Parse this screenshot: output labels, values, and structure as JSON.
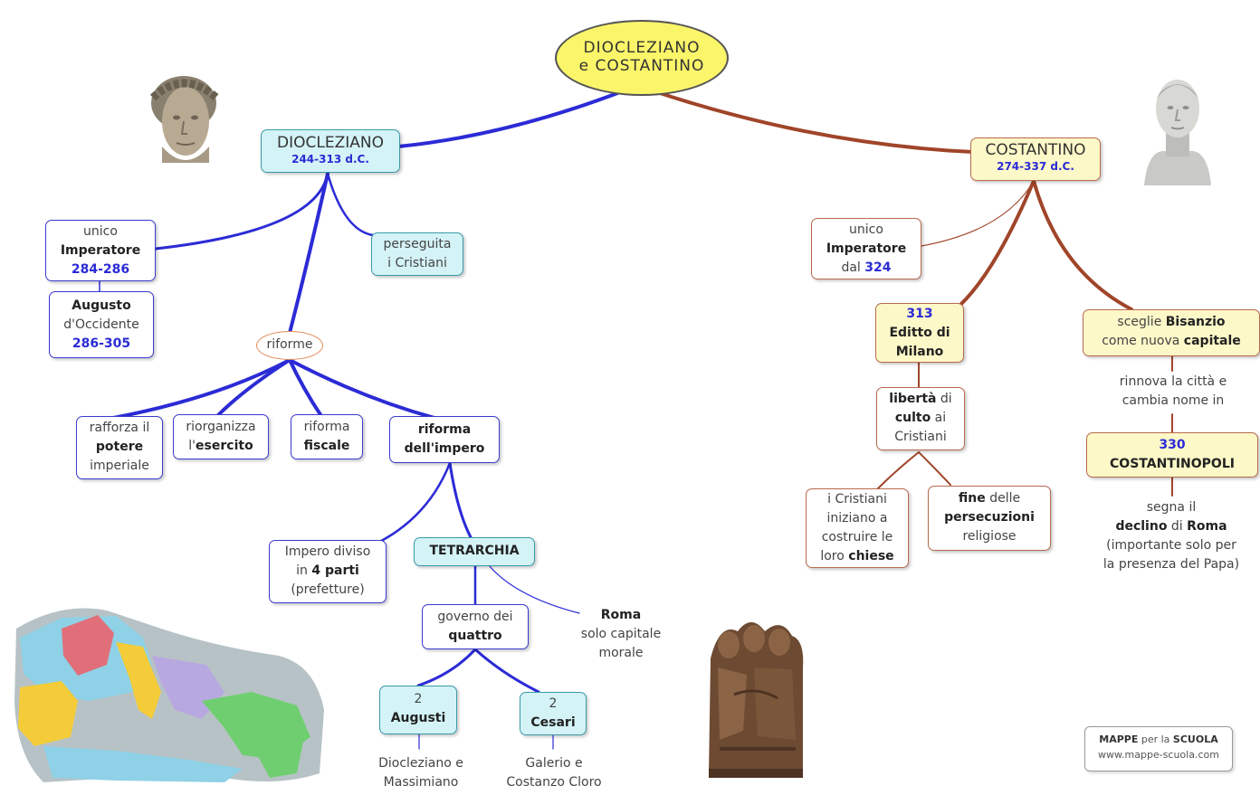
{
  "title": {
    "line1": "DIOCLEZIANO",
    "line2": "e  COSTANTINO"
  },
  "diocleziano": {
    "name": "DIOCLEZIANO",
    "dates": "244-313 d.C.",
    "unico": {
      "l1": "unico",
      "l2": "Imperatore",
      "l3": "284-286"
    },
    "augusto": {
      "l1": "Augusto",
      "l2": "d'Occidente",
      "l3": "286-305"
    },
    "perseguita": {
      "l1": "perseguita",
      "l2": "i Cristiani"
    },
    "riforme": "riforme",
    "rafforza": {
      "l1": "rafforza il",
      "l2": "potere",
      "l3": "imperiale"
    },
    "riorganizza": {
      "l1": "riorganizza",
      "l2a": "l'",
      "l2b": "esercito"
    },
    "fiscale": {
      "l1": "riforma",
      "l2": "fiscale"
    },
    "impero": {
      "l1": "riforma",
      "l2": "dell'impero"
    },
    "diviso": {
      "l1": "Impero diviso",
      "l2a": "in ",
      "l2b": "4 parti",
      "l3": "(prefetture)"
    },
    "tetrarchia": "TETRARCHIA",
    "governo": {
      "l1": "governo dei",
      "l2": "quattro"
    },
    "roma": {
      "l1": "Roma",
      "l2": "solo capitale",
      "l3": "morale"
    },
    "augusti": {
      "l1": "2",
      "l2": "Augusti"
    },
    "cesari": {
      "l1": "2",
      "l2": "Cesari"
    },
    "augusti_names": {
      "l1": "Diocleziano e",
      "l2": "Massimiano"
    },
    "cesari_names": {
      "l1": "Galerio e",
      "l2": "Costanzo Cloro"
    }
  },
  "costantino": {
    "name": "COSTANTINO",
    "dates": "274-337 d.C.",
    "unico": {
      "l1": "unico",
      "l2": "Imperatore",
      "l3a": "dal ",
      "l3b": "324"
    },
    "editto": {
      "l1": "313",
      "l2": "Editto di",
      "l3": "Milano"
    },
    "liberta": {
      "l1a": "libertà",
      "l1b": " di",
      "l2a": "culto",
      "l2b": " ai",
      "l3": "Cristiani"
    },
    "chiese": {
      "l1": "i Cristiani",
      "l2": "iniziano a",
      "l3": "costruire le",
      "l4a": "loro ",
      "l4b": "chiese"
    },
    "fine": {
      "l1a": "fine",
      "l1b": " delle",
      "l2": "persecuzioni",
      "l3": "religiose"
    },
    "bisanzio": {
      "l1a": "sceglie ",
      "l1b": "Bisanzio",
      "l2a": "come nuova ",
      "l2b": "capitale"
    },
    "rinnova": {
      "l1": "rinnova la città e",
      "l2": "cambia nome in"
    },
    "costantinopoli": {
      "l1": "330",
      "l2": "COSTANTINOPOLI"
    },
    "declino": {
      "l1": "segna il",
      "l2a": "declino",
      "l2b": " di ",
      "l2c": "Roma",
      "l3": "(importante solo per",
      "l4": "la presenza del Papa)"
    }
  },
  "logo": {
    "l1a": "MAPPE",
    "l1b": " per la ",
    "l1c": "SCUOLA",
    "l2": "www.mappe-scuola.com"
  },
  "colors": {
    "blue_link": "#2b2bd6",
    "brown_link": "#a0452a",
    "title_fill": "#fbf56a",
    "cyan_fill": "#d4f3f7",
    "yellow_fill": "#fdf8c8"
  }
}
